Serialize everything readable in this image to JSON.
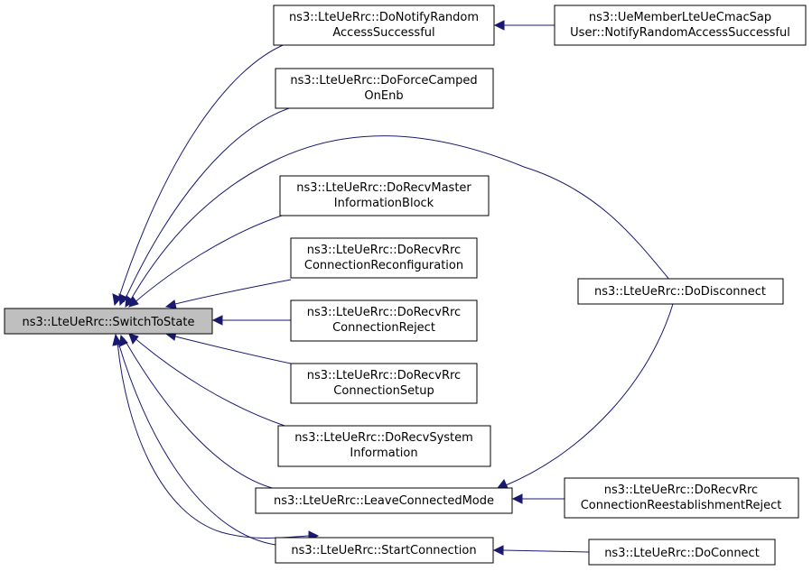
{
  "diagram": {
    "focus": {
      "line1": "ns3::LteUeRrc::SwitchToState"
    },
    "nodes": {
      "do_notify_random_access": {
        "line1": "ns3::LteUeRrc::DoNotifyRandom",
        "line2": "AccessSuccessful"
      },
      "ue_member_cmac_sap": {
        "line1": "ns3::UeMemberLteUeCmacSap",
        "line2": "User::NotifyRandomAccessSuccessful"
      },
      "do_force_camped": {
        "line1": "ns3::LteUeRrc::DoForceCamped",
        "line2": "OnEnb"
      },
      "do_recv_mib": {
        "line1": "ns3::LteUeRrc::DoRecvMaster",
        "line2": "InformationBlock"
      },
      "do_recv_reconfig": {
        "line1": "ns3::LteUeRrc::DoRecvRrc",
        "line2": "ConnectionReconfiguration"
      },
      "do_disconnect": {
        "line1": "ns3::LteUeRrc::DoDisconnect"
      },
      "do_recv_reject": {
        "line1": "ns3::LteUeRrc::DoRecvRrc",
        "line2": "ConnectionReject"
      },
      "do_recv_setup": {
        "line1": "ns3::LteUeRrc::DoRecvRrc",
        "line2": "ConnectionSetup"
      },
      "do_recv_sysinfo": {
        "line1": "ns3::LteUeRrc::DoRecvSystem",
        "line2": "Information"
      },
      "leave_connected_mode": {
        "line1": "ns3::LteUeRrc::LeaveConnectedMode"
      },
      "do_recv_reest_reject": {
        "line1": "ns3::LteUeRrc::DoRecvRrc",
        "line2": "ConnectionReestablishmentReject"
      },
      "start_connection": {
        "line1": "ns3::LteUeRrc::StartConnection"
      },
      "do_connect": {
        "line1": "ns3::LteUeRrc::DoConnect"
      }
    },
    "colors": {
      "edge": "#191970",
      "focus_fill": "#bfbfbf",
      "node_fill": "#ffffff",
      "border": "#000000"
    }
  }
}
